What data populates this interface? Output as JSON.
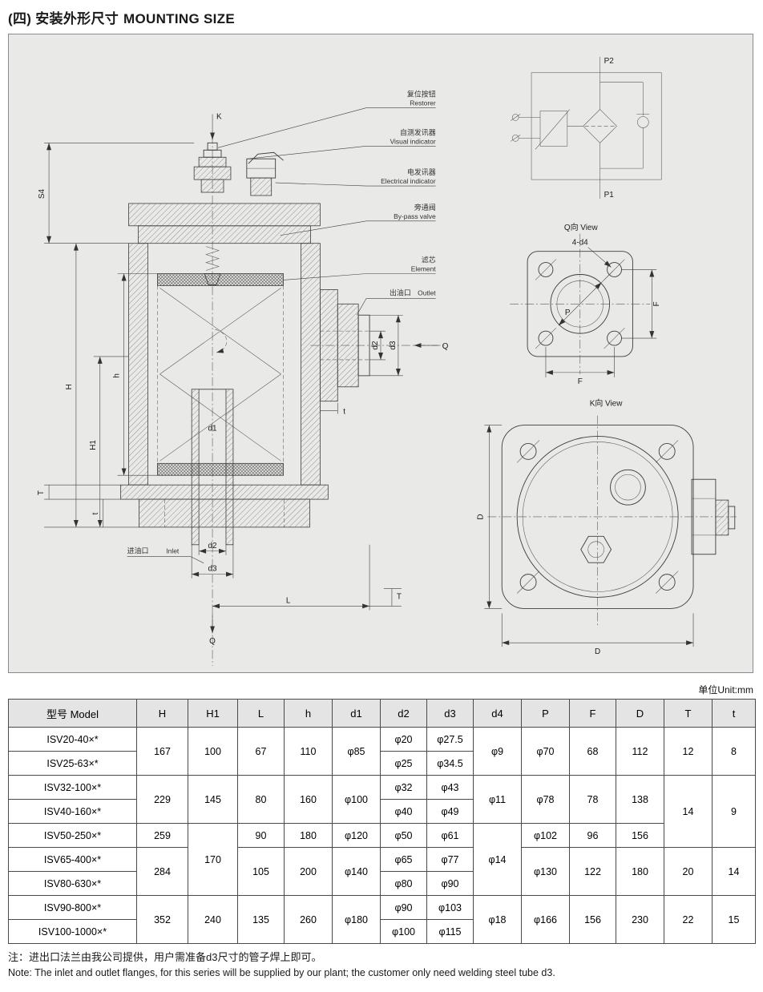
{
  "page": {
    "title_cn": "(四) 安装外形尺寸",
    "title_en": "MOUNTING SIZE",
    "unit_label": "单位Unit:mm",
    "note_cn": "注：进出口法兰由我公司提供，用户需准备d3尺寸的管子焊上即可。",
    "note_en": "Note: The inlet and outlet flanges,  for this series will be supplied by our plant; the customer only need welding steel tube d3."
  },
  "drawing": {
    "callouts": {
      "restorer_cn": "复位按钮",
      "restorer_en": "Restorer",
      "visual_cn": "自测发讯器",
      "visual_en": "Visual indicator",
      "electrical_cn": "电发讯器",
      "electrical_en": "Electrical indicator",
      "bypass_cn": "旁通阀",
      "bypass_en": "By-pass valve",
      "element_cn": "滤芯",
      "element_en": "Element",
      "outlet_cn": "出油口",
      "outlet_en": "Outlet",
      "inlet_cn": "进油口",
      "inlet_en": "Inlet"
    },
    "views": {
      "q_view": "Q向  View",
      "q_holes": "4-d4",
      "k_view": "K向  View"
    },
    "dims": {
      "K": "K",
      "S4": "S4",
      "H": "H",
      "H1": "H1",
      "h": "h",
      "T": "T",
      "t": "t",
      "d1": "d1",
      "d2": "d2",
      "d3": "d3",
      "L": "L",
      "Q": "Q",
      "P": "P",
      "F": "F",
      "D": "D",
      "P1": "P1",
      "P2": "P2"
    }
  },
  "table": {
    "headers": [
      "型号 Model",
      "H",
      "H1",
      "L",
      "h",
      "d1",
      "d2",
      "d3",
      "d4",
      "P",
      "F",
      "D",
      "T",
      "t"
    ],
    "r0": {
      "model": "ISV20-40×*",
      "H": "167",
      "H1": "100",
      "L": "67",
      "h": "110",
      "d1": "φ85",
      "d2": "φ20",
      "d3": "φ27.5",
      "d4": "φ9",
      "P": "φ70",
      "F": "68",
      "D": "112",
      "T": "12",
      "t": "8"
    },
    "r1": {
      "model": "ISV25-63×*",
      "d2": "φ25",
      "d3": "φ34.5"
    },
    "r2": {
      "model": "ISV32-100×*",
      "H": "229",
      "H1": "145",
      "L": "80",
      "h": "160",
      "d1": "φ100",
      "d2": "φ32",
      "d3": "φ43",
      "d4": "φ11",
      "P": "φ78",
      "F": "78",
      "D": "138",
      "T": "14",
      "t": "9"
    },
    "r3": {
      "model": "ISV40-160×*",
      "d2": "φ40",
      "d3": "φ49"
    },
    "r4": {
      "model": "ISV50-250×*",
      "H": "259",
      "H1": "170",
      "L": "90",
      "h": "180",
      "d1": "φ120",
      "d2": "φ50",
      "d3": "φ61",
      "d4": "φ14",
      "P": "φ102",
      "F": "96",
      "D": "156"
    },
    "r5": {
      "model": "ISV65-400×*",
      "H": "284",
      "L": "105",
      "h": "200",
      "d1": "φ140",
      "d2": "φ65",
      "d3": "φ77",
      "P": "φ130",
      "F": "122",
      "D": "180",
      "T": "20",
      "t": "14"
    },
    "r6": {
      "model": "ISV80-630×*",
      "d2": "φ80",
      "d3": "φ90"
    },
    "r7": {
      "model": "ISV90-800×*",
      "H": "352",
      "H1": "240",
      "L": "135",
      "h": "260",
      "d1": "φ180",
      "d2": "φ90",
      "d3": "φ103",
      "d4": "φ18",
      "P": "φ166",
      "F": "156",
      "D": "230",
      "T": "22",
      "t": "15"
    },
    "r8": {
      "model": "ISV100-1000×*",
      "d2": "φ100",
      "d3": "φ115"
    }
  }
}
